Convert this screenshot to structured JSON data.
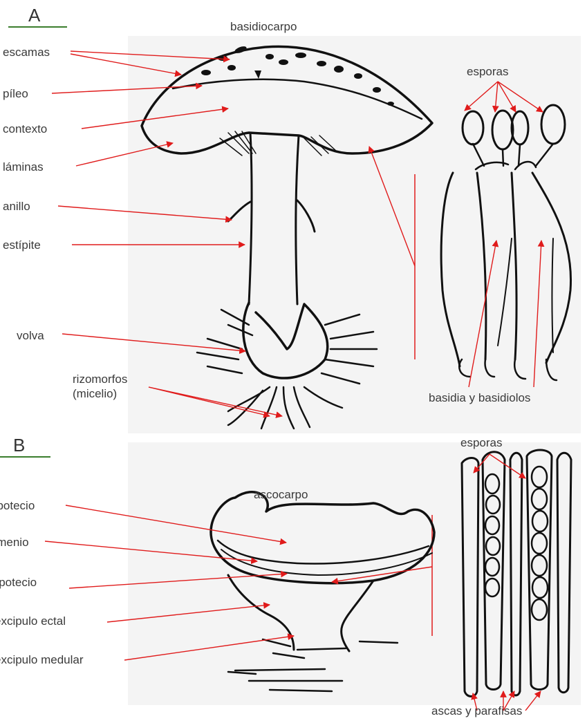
{
  "panels": {
    "a": {
      "letter": "A",
      "title": "basidiocarpo"
    },
    "b": {
      "letter": "B",
      "title": "ascocarpo"
    }
  },
  "labels_a": {
    "escamas": "escamas",
    "pileo": "píleo",
    "contexto": "contexto",
    "laminas": "láminas",
    "anillo": "anillo",
    "estipite": "estípite",
    "volva": "volva",
    "rizomorfos": "rizomorfos\n(micelio)",
    "esporas": "esporas",
    "basidia": "basidia y basidiolos"
  },
  "labels_b": {
    "apotecio": "apotecio",
    "himenio": "himenio",
    "hipotecio": "hipotecio",
    "excipulo_ectal": "excipulo ectal",
    "excipulo_medular": "excipulo medular",
    "esporas": "esporas",
    "ascas": "ascas y parafisas"
  },
  "colors": {
    "accent_rule": "#3a7d2c",
    "pointer": "#e01b1b",
    "ink": "#111111",
    "text": "#3a3a3a",
    "figure_bg": "#f3f3f3"
  }
}
